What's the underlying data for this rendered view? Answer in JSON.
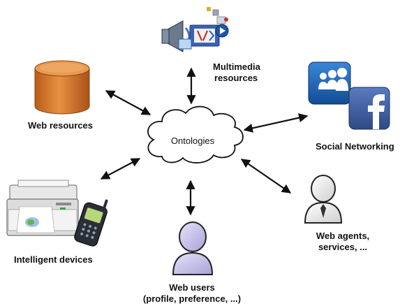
{
  "center": {
    "label": "Ontologies"
  },
  "nodes": {
    "multimedia": {
      "line1": "Multimedia",
      "line2": "resources"
    },
    "web_resources": {
      "label": "Web resources"
    },
    "social": {
      "label": "Social Networking"
    },
    "devices": {
      "label": "Intelligent devices"
    },
    "users": {
      "line1": "Web users",
      "line2": "(profile, preference, ...)"
    },
    "agents": {
      "line1": "Web agents,",
      "line2": "services, ..."
    }
  },
  "icons": {
    "multimedia": "multimedia-icon",
    "web_resources": "database-cylinder-icon",
    "social": "social-network-icons",
    "devices": "printer-and-phone-icon",
    "users": "user-person-icon",
    "agents": "agent-person-with-tie-icon"
  },
  "colors": {
    "cylinder": "#d97a2b",
    "myspace_blue": "#1e5fb0",
    "facebook_blue": "#3b5998",
    "user_lilac": "#c9c4ea",
    "arrow": "#111111"
  }
}
